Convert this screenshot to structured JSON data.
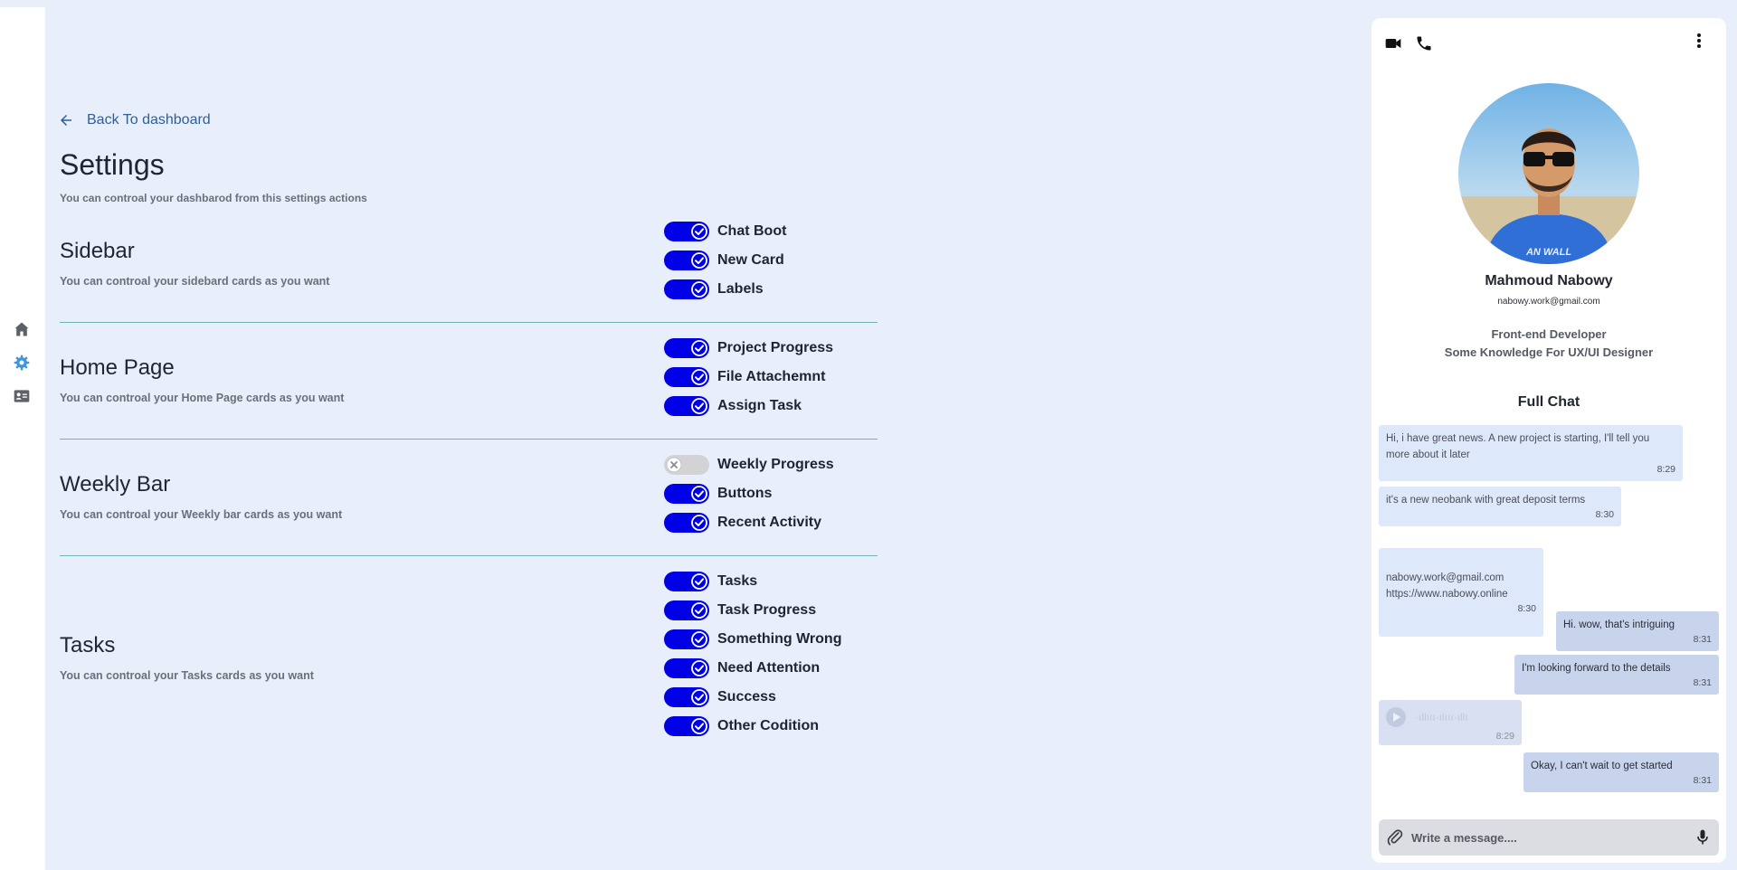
{
  "back_link": "Back To dashboard",
  "page": {
    "title": "Settings",
    "subtitle": "You can controal your dashbarod from this settings actions"
  },
  "sections": [
    {
      "title": "Sidebar",
      "subtitle": "You can controal your sidebard cards as you want",
      "toggles": [
        {
          "label": "Chat Boot",
          "on": true
        },
        {
          "label": "New Card",
          "on": true
        },
        {
          "label": "Labels",
          "on": true
        }
      ]
    },
    {
      "title": "Home Page",
      "subtitle": "You can controal your Home Page cards as you want",
      "toggles": [
        {
          "label": "Project Progress",
          "on": true
        },
        {
          "label": "File Attachemnt",
          "on": true
        },
        {
          "label": "Assign Task",
          "on": true
        }
      ]
    },
    {
      "title": "Weekly Bar",
      "subtitle": "You can controal your Weekly bar cards as you want",
      "toggles": [
        {
          "label": "Weekly Progress",
          "on": false
        },
        {
          "label": "Buttons",
          "on": true
        },
        {
          "label": "Recent Activity",
          "on": true
        }
      ]
    },
    {
      "title": "Tasks",
      "subtitle": "You can controal your Tasks cards as you want",
      "toggles": [
        {
          "label": "Tasks",
          "on": true
        },
        {
          "label": "Task Progress",
          "on": true
        },
        {
          "label": "Something Wrong",
          "on": true
        },
        {
          "label": "Need Attention",
          "on": true
        },
        {
          "label": "Success",
          "on": true
        },
        {
          "label": "Other Codition",
          "on": true
        }
      ]
    }
  ],
  "chat": {
    "name": "Mahmoud Nabowy",
    "email": "nabowy.work@gmail.com",
    "role_line1": "Front-end Developer",
    "role_line2": "Some Knowledge For UX/UI Designer",
    "full_chat_title": "Full Chat",
    "avatar_shirt_text": "AN WALL",
    "messages": [
      {
        "text": "Hi, i have great news. A new project is starting, I'll tell you more about it later",
        "time": "8:29",
        "dir": "in"
      },
      {
        "text": "it's a new neobank with great deposit terms",
        "time": "8:30",
        "dir": "in"
      },
      {
        "text": "nabowy.work@gmail.com\nhttps://www.nabowy.online",
        "time": "8:30",
        "dir": "in"
      },
      {
        "text": "Hi. wow, that's intriguing",
        "time": "8:31",
        "dir": "out"
      },
      {
        "text": "I'm looking forward to the details",
        "time": "8:31",
        "dir": "out"
      },
      {
        "text": "Okay, I can't wait to get started",
        "time": "8:31",
        "dir": "out"
      }
    ],
    "voice_time": "8:29",
    "input_placeholder": "Write a message...."
  },
  "colors": {
    "page_bg": "#e8eefa",
    "toggle_on": "#0000e6",
    "toggle_off": "#d3d3d6",
    "link": "#2e5f96",
    "divider": "#6fb5b5",
    "bubble_in": "#dde8fb",
    "bubble_out": "#c8d3ec"
  },
  "icons": {
    "rail": [
      "home-icon",
      "gear-icon",
      "contact-card-icon"
    ],
    "chat_header": [
      "video-camera-icon",
      "phone-icon",
      "more-vertical-icon"
    ],
    "composer": [
      "paperclip-icon",
      "microphone-icon"
    ]
  }
}
